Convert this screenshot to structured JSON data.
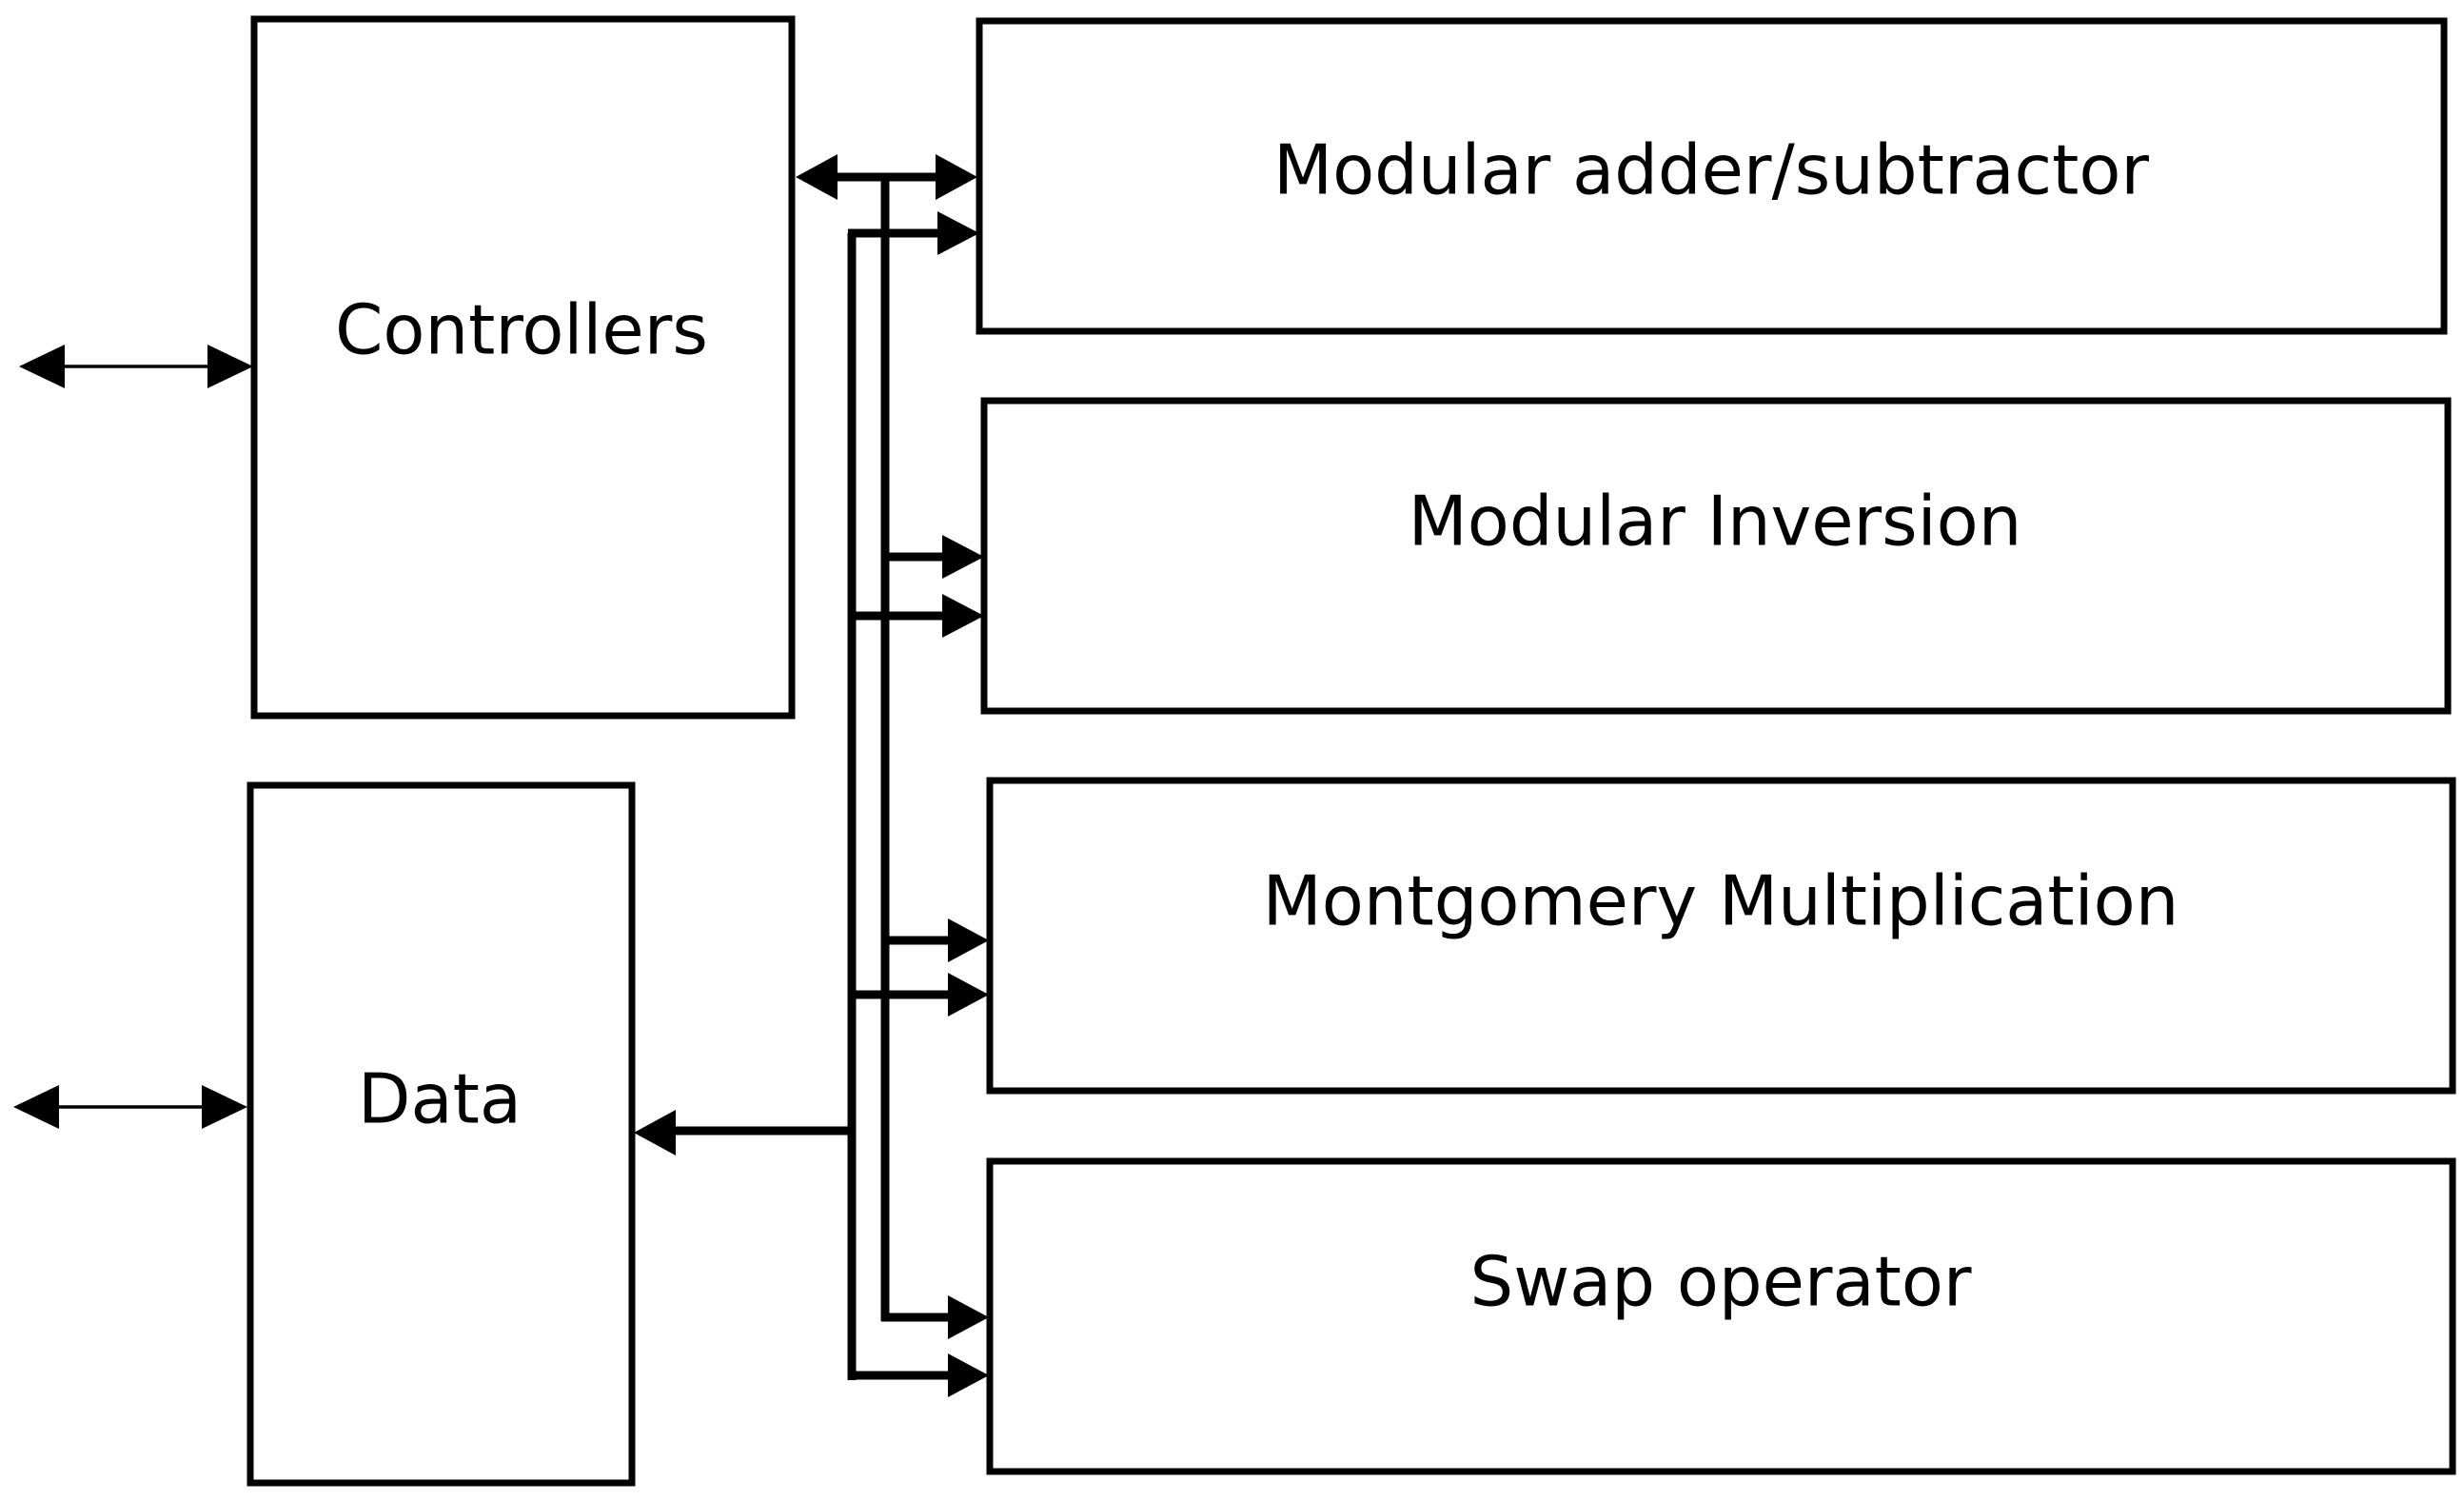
{
  "blocks": {
    "controllers": "Controllers",
    "data": "Data",
    "adder": "Modular adder/subtractor",
    "inversion": "Modular Inversion",
    "montgomery": "Montgomery Multiplication",
    "swap": "Swap operator"
  },
  "colors": {
    "line": "#000000",
    "background": "#ffffff"
  }
}
